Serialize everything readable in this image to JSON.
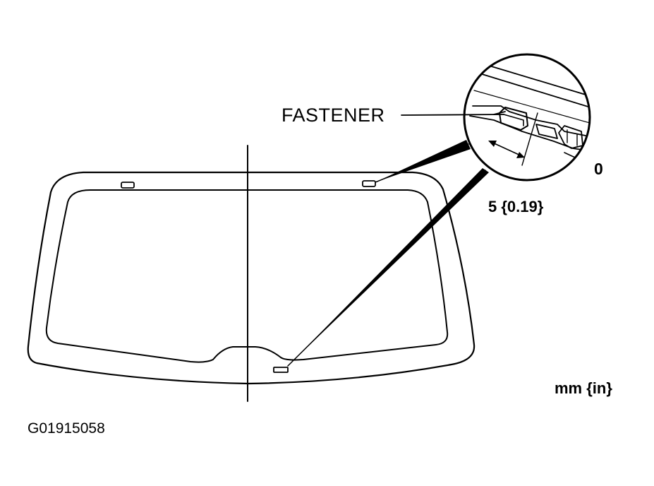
{
  "labels": {
    "fastener": "FASTENER",
    "zero_dim": "0",
    "gap_dim": "5 {0.19}",
    "units": "mm {in}",
    "figure_id": "G01915058"
  }
}
